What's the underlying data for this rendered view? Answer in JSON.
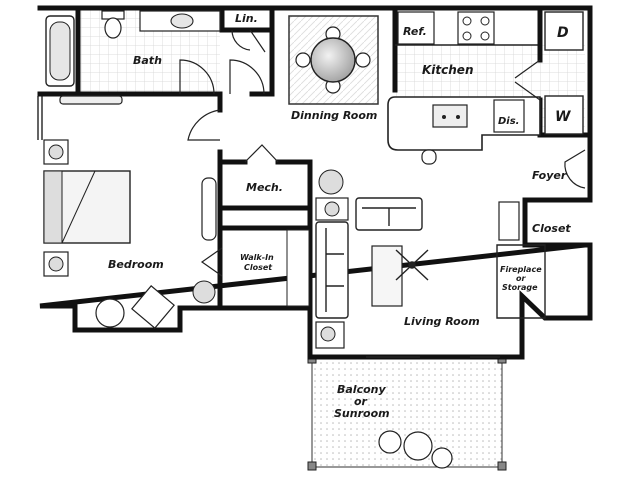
{
  "rooms": {
    "bath": "Bath",
    "linen": "Lin.",
    "refrigerator": "Ref.",
    "dryer": "D",
    "washer": "W",
    "kitchen": "Kitchen",
    "dining": "Dinning Room",
    "dishwasher": "Dis.",
    "mechanical": "Mech.",
    "foyer": "Foyer",
    "closet": "Closet",
    "walkin_line1": "Walk-In",
    "walkin_line2": "Closet",
    "fireplace_line1": "Fireplace",
    "fireplace_line2": "or",
    "fireplace_line3": "Storage",
    "bedroom": "Bedroom",
    "living": "Living Room",
    "balcony_line1": "Balcony",
    "balcony_line2": "or",
    "balcony_line3": "Sunroom"
  },
  "colors": {
    "wall": "#111111",
    "floor": "#ffffff",
    "fixture_fill": "#e6e6e6",
    "tile_grid": "#cfcfcf"
  }
}
